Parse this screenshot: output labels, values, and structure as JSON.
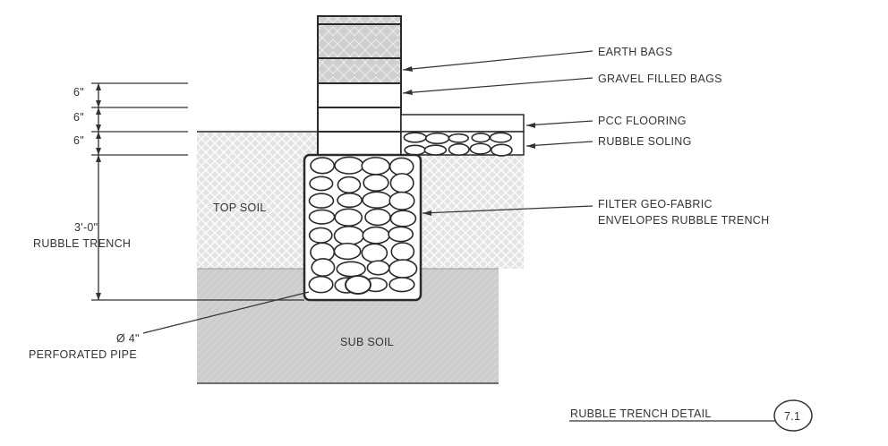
{
  "labels": {
    "earth_bags": "EARTH BAGS",
    "gravel_filled_bags": "GRAVEL FILLED BAGS",
    "pcc_flooring": "PCC FLOORING",
    "rubble_soling": "RUBBLE SOLING",
    "filter_line1": "FILTER GEO-FABRIC",
    "filter_line2": "ENVELOPES RUBBLE TRENCH",
    "top_soil": "TOP SOIL",
    "sub_soil": "SUB SOIL",
    "pipe_size": "Ø 4\"",
    "pipe_label": "PERFORATED PIPE"
  },
  "dimensions": {
    "d1": "6\"",
    "d2": "6\"",
    "d3": "6\"",
    "trench_depth": "3'-0\"",
    "trench_label": "RUBBLE TRENCH"
  },
  "title": {
    "text": "RUBBLE TRENCH DETAIL",
    "number": "7.1"
  },
  "colors": {
    "line": "#2a2a2a",
    "soil_fill": "#e6e6e6",
    "subsoil_fill": "#cfcfcf"
  }
}
